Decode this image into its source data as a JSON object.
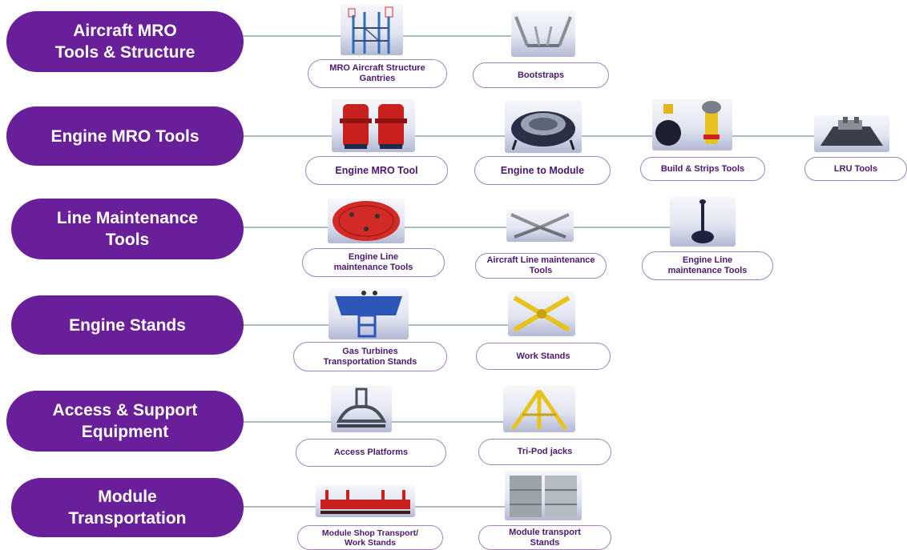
{
  "colors": {
    "category_fill": "#6a1f9a",
    "pill_border": "#a480c2",
    "pill_text": "#4d176f",
    "connector": "#8fa3a3"
  },
  "categories": [
    {
      "label": "Aircraft MRO\nTools & Structure"
    },
    {
      "label": "Engine MRO Tools"
    },
    {
      "label": "Line Maintenance\nTools"
    },
    {
      "label": "Engine Stands"
    },
    {
      "label": "Access & Support\nEquipment"
    },
    {
      "label": "Module\nTransportation"
    }
  ],
  "items": {
    "gantries": "MRO Aircraft Structure\nGantries",
    "bootstraps": "Bootstraps",
    "engine_mro_tool": "Engine MRO Tool",
    "engine_to_module": "Engine to Module",
    "build_strips": "Build & Strips Tools",
    "lru_tools": "LRU Tools",
    "engine_line_1": "Engine Line\nmaintenance Tools",
    "aircraft_line": "Aircraft Line maintenance\nTools",
    "engine_line_2": "Engine Line\nmaintenance Tools",
    "gas_turbines": "Gas Turbines\nTransportation Stands",
    "work_stands": "Work Stands",
    "access_platforms": "Access Platforms",
    "tripod_jacks": "Tri-Pod jacks",
    "module_shop": "Module Shop Transport/\nWork Stands",
    "module_transport": "Module transport\nStands"
  },
  "icons": {
    "gantries": "gantry-structure-image",
    "bootstraps": "bootstrap-frame-image",
    "engine_mro_tool": "red-engine-fixture-image",
    "engine_to_module": "engine-ring-image",
    "build_strips": "build-strip-tools-image",
    "lru_tools": "lru-tool-image",
    "engine_line_1": "red-disc-cover-image",
    "aircraft_line": "aircraft-line-stand-image",
    "engine_line_2": "pole-tool-image",
    "gas_turbines": "blue-turbine-stand-image",
    "work_stands": "yellow-cross-stand-image",
    "access_platforms": "access-platform-image",
    "tripod_jacks": "tripod-jack-image",
    "module_shop": "red-module-cradle-image",
    "module_transport": "metal-container-image"
  }
}
